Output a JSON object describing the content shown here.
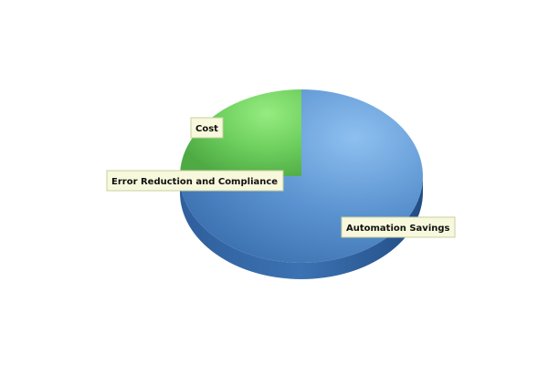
{
  "chart_data": {
    "type": "pie",
    "style": "3d",
    "title": "",
    "legend": "none",
    "slices": [
      {
        "label": "Automation Savings",
        "value": 75,
        "color": "#4f86c6",
        "highlight": "#82b6ec",
        "side": "#2d5f9e"
      },
      {
        "label": "Cost",
        "value": 25,
        "color": "#5cbf4f",
        "highlight": "#8fe77a",
        "side": "#3f8f36"
      },
      {
        "label": "Error Reduction and Compliance",
        "value": 0,
        "color": "#5cbf4f",
        "highlight": "#8fe77a",
        "side": "#3f8f36"
      }
    ]
  }
}
